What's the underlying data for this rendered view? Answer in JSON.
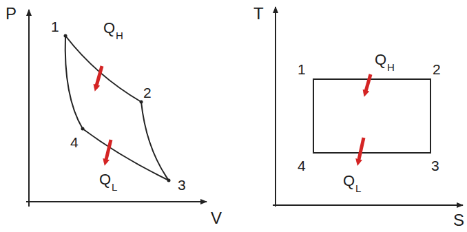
{
  "diagram": {
    "labels": [
      "P",
      "V",
      "1",
      "2",
      "3",
      "4",
      "Q",
      "H",
      "Q",
      "L",
      "T",
      "S",
      "1",
      "2",
      "3",
      "4",
      "Q",
      "H",
      "Q",
      "L"
    ]
  }
}
